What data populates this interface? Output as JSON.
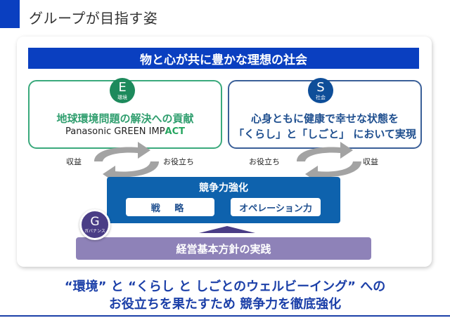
{
  "page_title": "グループが目指す姿",
  "banner": "物と心が共に豊かな理想の社会",
  "environment": {
    "badge_letter": "E",
    "badge_label": "環境",
    "title": "地球環境問題の解決への貢献",
    "subtitle_main": "Panasonic GREEN IMP",
    "subtitle_emphasis": "ACT"
  },
  "society": {
    "badge_letter": "S",
    "badge_label": "社会",
    "line1": "心身ともに健康で幸せな状態を",
    "line2": "「くらし」と「しごと」 において実現"
  },
  "cycle_left": {
    "left_label": "収益",
    "right_label": "お役立ち"
  },
  "cycle_right": {
    "left_label": "お役立ち",
    "right_label": "収益"
  },
  "competitiveness": {
    "title": "競争力強化",
    "strategy": "戦 略",
    "operations": "オペレーション力"
  },
  "governance": {
    "badge_letter": "G",
    "badge_label": "ガバナンス"
  },
  "policy": "経営基本方針の実践",
  "summary": {
    "line1": "“環境” と “くらし と しごとのウェルビーイング” への",
    "line2": "お役立ちを果たすため 競争力を徹底強化"
  },
  "colors": {
    "brand_blue": "#0a3fc0",
    "environment_green": "#1d8a5c",
    "society_blue": "#0e4e99",
    "governance_purple": "#4a3d86"
  }
}
